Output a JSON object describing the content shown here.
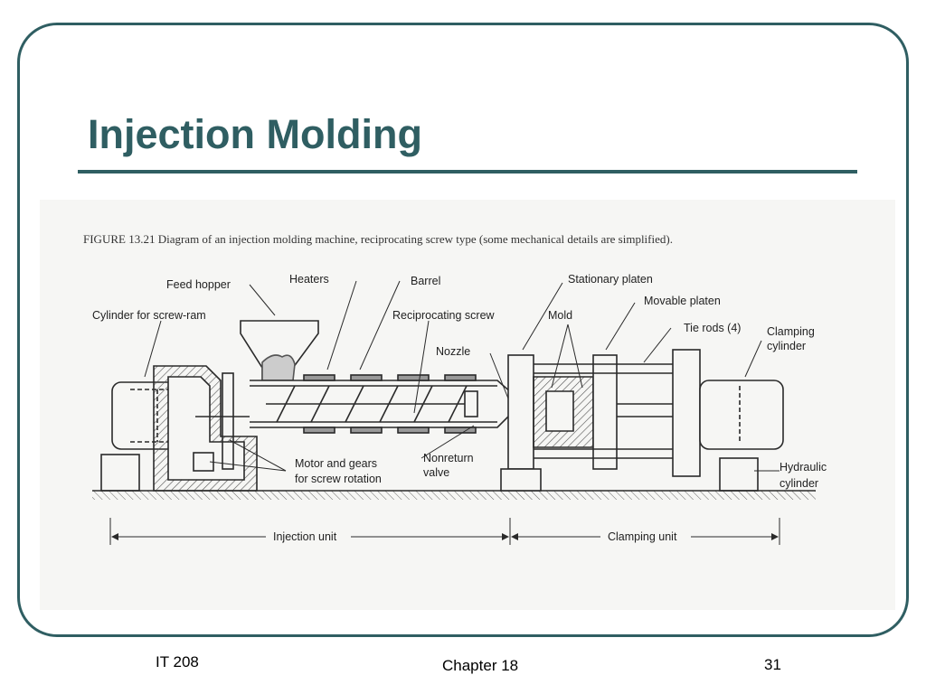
{
  "slide": {
    "title": "Injection Molding",
    "footer_left": "IT 208",
    "footer_center": "Chapter 18",
    "page_number": "31"
  },
  "figure": {
    "caption": "FIGURE 13.21   Diagram of an injection molding machine, reciprocating screw type (some mechanical details are simplified).",
    "labels": {
      "feed_hopper": "Feed hopper",
      "heaters": "Heaters",
      "barrel": "Barrel",
      "cylinder_screw_ram": "Cylinder for screw-ram",
      "reciprocating_screw": "Reciprocating screw",
      "nozzle": "Nozzle",
      "stationary_platen": "Stationary platen",
      "mold": "Mold",
      "movable_platen": "Movable platen",
      "tie_rods": "Tie rods (4)",
      "clamping_cylinder_1": "Clamping",
      "clamping_cylinder_2": "cylinder",
      "motor_gears_1": "Motor and gears",
      "motor_gears_2": "for screw rotation",
      "nonreturn_valve_1": "Nonreturn",
      "nonreturn_valve_2": "valve",
      "hydraulic_cylinder_1": "Hydraulic",
      "hydraulic_cylinder_2": "cylinder",
      "injection_unit": "Injection unit",
      "clamping_unit": "Clamping unit"
    }
  },
  "colors": {
    "theme": "#2f5e62",
    "line": "#2a2a2a",
    "figure_bg": "#f6f6f4"
  }
}
